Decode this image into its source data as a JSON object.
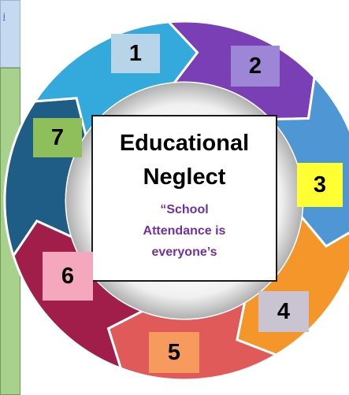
{
  "link": {
    "text": "i"
  },
  "center": {
    "title_line1": "Educational",
    "title_line2": "Neglect",
    "subtitle_line1": "“School",
    "subtitle_line2": "Attendance is",
    "subtitle_line3": "everyone’s"
  },
  "steps": [
    {
      "label": "1",
      "box_color": "#b8d4e8",
      "arrow_color": "#7b3fb5"
    },
    {
      "label": "2",
      "box_color": "#9e86d6",
      "arrow_color": "#4f97d4"
    },
    {
      "label": "3",
      "box_color": "#ffff33",
      "arrow_color": "#f5962a"
    },
    {
      "label": "4",
      "box_color": "#c9c3d2",
      "arrow_color": "#e15a5a"
    },
    {
      "label": "5",
      "box_color": "#f79a5e",
      "arrow_color": "#a11e4a"
    },
    {
      "label": "6",
      "box_color": "#f4a7bd",
      "arrow_color": "#1f5c86"
    },
    {
      "label": "7",
      "box_color": "#8fbf5a",
      "arrow_color": "#33a9dc"
    }
  ]
}
